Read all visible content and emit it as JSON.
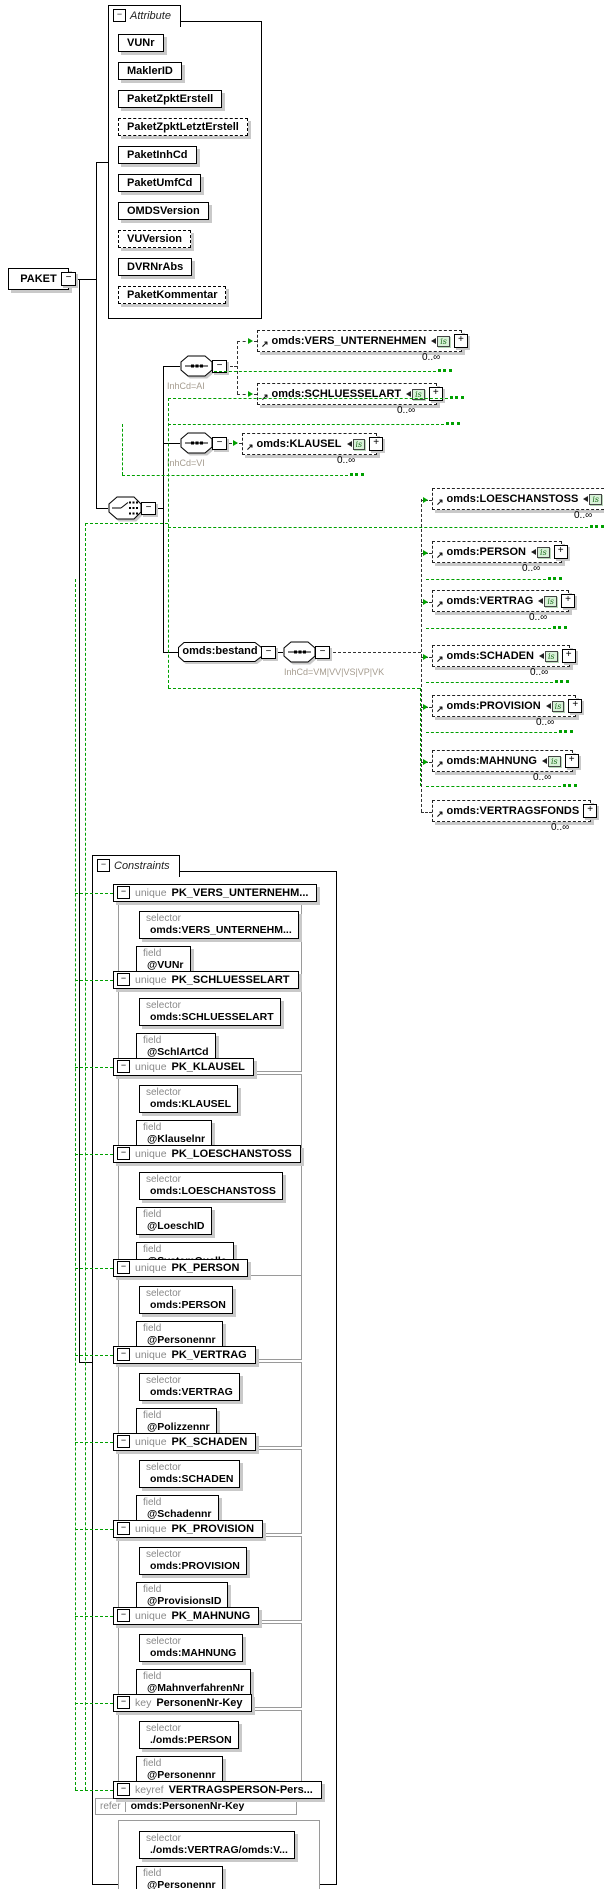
{
  "colors": {
    "constraint_green": "#00a000",
    "shadow_gray": "#c9c9c9",
    "connector_label_tan": "#a59c8f"
  },
  "icons": {
    "collapse_glyph": "−",
    "expand_glyph": "+",
    "reference_arrow": "↗",
    "is_badge_label": "is"
  },
  "root": {
    "label": "PAKET"
  },
  "attributes": {
    "title": "Attribute",
    "items": [
      {
        "label": "VUNr",
        "optional": false
      },
      {
        "label": "MaklerID",
        "optional": false
      },
      {
        "label": "PaketZpktErstell",
        "optional": false
      },
      {
        "label": "PaketZpktLetztErstell",
        "optional": true
      },
      {
        "label": "PaketInhCd",
        "optional": false
      },
      {
        "label": "PaketUmfCd",
        "optional": false
      },
      {
        "label": "OMDSVersion",
        "optional": false
      },
      {
        "label": "VUVersion",
        "optional": true
      },
      {
        "label": "DVRNrAbs",
        "optional": false
      },
      {
        "label": "PaketKommentar",
        "optional": true
      }
    ]
  },
  "connectors": {
    "sequence_ai_label": "InhCd=AI",
    "sequence_vi_label": "InhCd=VI",
    "bestand_label": "omds:bestand",
    "bestand_sequence_label": "InhCd=VM|VV|VS|VP|VK"
  },
  "elements": [
    {
      "label": "omds:VERS_UNTERNEHMEN",
      "occurrence": "0..∞",
      "is_badge": true
    },
    {
      "label": "omds:SCHLUESSELART",
      "occurrence": "0..∞",
      "is_badge": true
    },
    {
      "label": "omds:KLAUSEL",
      "occurrence": "0..∞",
      "is_badge": true
    },
    {
      "label": "omds:LOESCHANSTOSS",
      "occurrence": "0..∞",
      "is_badge": true
    },
    {
      "label": "omds:PERSON",
      "occurrence": "0..∞",
      "is_badge": true
    },
    {
      "label": "omds:VERTRAG",
      "occurrence": "0..∞",
      "is_badge": true
    },
    {
      "label": "omds:SCHADEN",
      "occurrence": "0..∞",
      "is_badge": true
    },
    {
      "label": "omds:PROVISION",
      "occurrence": "0..∞",
      "is_badge": true
    },
    {
      "label": "omds:MAHNUNG",
      "occurrence": "0..∞",
      "is_badge": true
    },
    {
      "label": "omds:VERTRAGSFONDS",
      "occurrence": "0..∞",
      "is_badge": false
    }
  ],
  "constraints": {
    "title": "Constraints",
    "keywords": {
      "unique": "unique",
      "key": "key",
      "keyref": "keyref",
      "selector": "selector",
      "field": "field",
      "refer": "refer"
    },
    "items": [
      {
        "kind": "unique",
        "name": "PK_VERS_UNTERNEHM...",
        "selector": "omds:VERS_UNTERNEHM...",
        "fields": [
          "@VUNr"
        ]
      },
      {
        "kind": "unique",
        "name": "PK_SCHLUESSELART",
        "selector": "omds:SCHLUESSELART",
        "fields": [
          "@SchlArtCd"
        ]
      },
      {
        "kind": "unique",
        "name": "PK_KLAUSEL",
        "selector": "omds:KLAUSEL",
        "fields": [
          "@Klauselnr"
        ]
      },
      {
        "kind": "unique",
        "name": "PK_LOESCHANSTOSS",
        "selector": "omds:LOESCHANSTOSS",
        "fields": [
          "@LoeschID",
          "@SystemQuelle"
        ]
      },
      {
        "kind": "unique",
        "name": "PK_PERSON",
        "selector": "omds:PERSON",
        "fields": [
          "@Personennr"
        ]
      },
      {
        "kind": "unique",
        "name": "PK_VERTRAG",
        "selector": "omds:VERTRAG",
        "fields": [
          "@Polizzennr"
        ]
      },
      {
        "kind": "unique",
        "name": "PK_SCHADEN",
        "selector": "omds:SCHADEN",
        "fields": [
          "@Schadennr"
        ]
      },
      {
        "kind": "unique",
        "name": "PK_PROVISION",
        "selector": "omds:PROVISION",
        "fields": [
          "@ProvisionsID"
        ]
      },
      {
        "kind": "unique",
        "name": "PK_MAHNUNG",
        "selector": "omds:MAHNUNG",
        "fields": [
          "@MahnverfahrenNr"
        ]
      },
      {
        "kind": "key",
        "name": "PersonenNr-Key",
        "selector": "./omds:PERSON",
        "fields": [
          "@Personennr"
        ]
      },
      {
        "kind": "keyref",
        "name": "VERTRAGSPERSON-Pers...",
        "refer": "omds:PersonenNr-Key",
        "selector": "./omds:VERTRAG/omds:V...",
        "fields": [
          "@Personennr"
        ]
      }
    ]
  }
}
